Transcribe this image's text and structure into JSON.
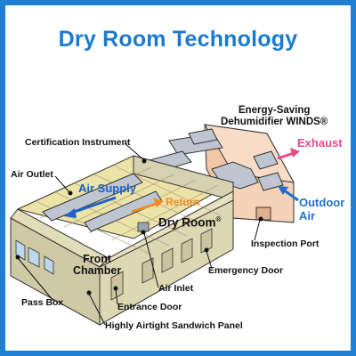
{
  "title": "Dry Room Technology",
  "labels": {
    "winds_line1": "Energy-Saving",
    "winds_line2": "Dehumidifier WINDS®",
    "exhaust": "Exhaust",
    "certification": "Certification Instrument",
    "air_outlet": "Air Outlet",
    "air_supply": "Air Supply",
    "return": "Return",
    "dry_room": "Dry Room",
    "dry_room_mark": "®",
    "outdoor_line1": "Outdoor",
    "outdoor_line2": "Air",
    "inspection_port": "Inspection Port",
    "emergency_door": "Emergency Door",
    "front_line1": "Front",
    "front_line2": "Chamber",
    "air_inlet": "Air Inlet",
    "pass_box": "Pass Box",
    "entrance_door": "Entrance Door",
    "sandwich_panel": "Highly Airtight Sandwich Panel"
  },
  "colors": {
    "border": "#1f7fd3",
    "title": "#1a7ad0",
    "exhaust": "#e64b8b",
    "outdoor": "#1f6fd0",
    "supply": "#1e62c6",
    "return": "#f08a24",
    "wall": "#cfc9a6",
    "floor": "#ece3a8",
    "unit": "#f3c7a6",
    "duct": "#bfc6d2"
  }
}
